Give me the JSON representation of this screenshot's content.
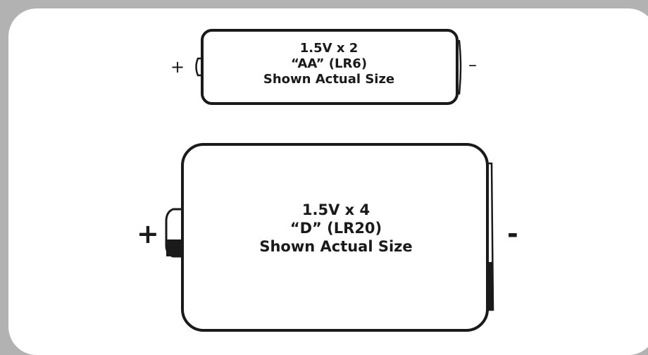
{
  "aa_battery": {
    "line1": "1.5V x 2",
    "line2": "“AA” (LR6)",
    "line3": "Shown Actual Size",
    "plus": "+",
    "minus": "–"
  },
  "d_battery": {
    "line1": "1.5V x 4",
    "line2": "“D” (LR20)",
    "line3": "Shown Actual Size",
    "plus": "+",
    "minus": "-"
  }
}
